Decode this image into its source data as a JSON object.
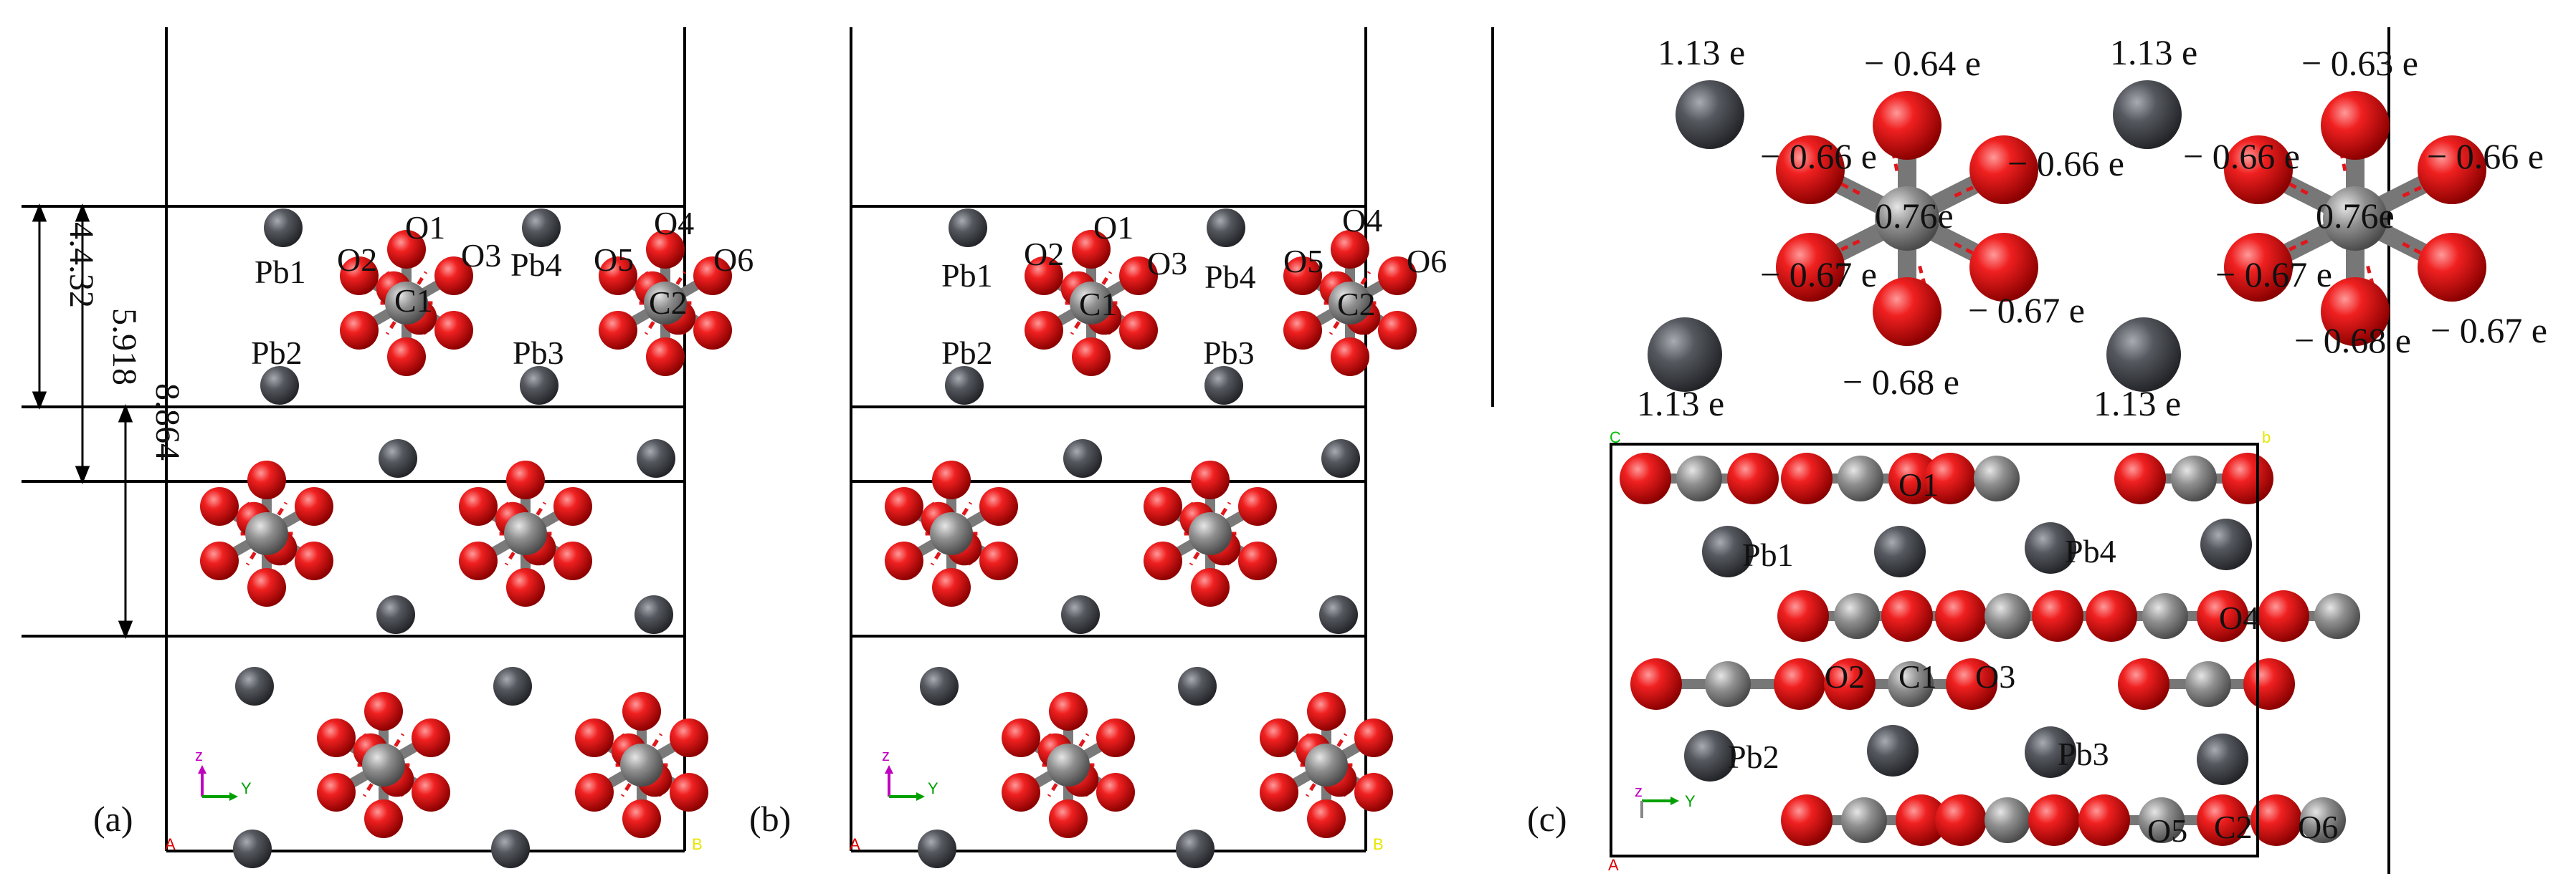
{
  "colors": {
    "pb": "#4a4d52",
    "o": "#e0161b",
    "c": "#8a8a8a",
    "line": "#000000",
    "bond": "#e0161b"
  },
  "panel_labels": {
    "a": "(a)",
    "b": "(b)",
    "c": "(c)"
  },
  "dimensions": {
    "d1": "4.4.32",
    "d2": "5.918",
    "d3": "8.864"
  },
  "atom_labels": {
    "pb1": "Pb1",
    "pb2": "Pb2",
    "pb3": "Pb3",
    "pb4": "Pb4",
    "c1": "C1",
    "c2": "C2",
    "o1": "O1",
    "o2": "O2",
    "o3": "O3",
    "o4": "O4",
    "o5": "O5",
    "o6": "O6"
  },
  "charges": {
    "pb_tl": "1.13 e",
    "pb_tr": "1.13 e",
    "pb_bl": "1.13 e",
    "pb_br": "1.13 e",
    "m1_top": "− 0.64 e",
    "m1_ul": "− 0.66 e",
    "m1_ur": "− 0.66 e",
    "m1_c": "0.76e",
    "m1_ll": "− 0.67 e",
    "m1_lr": "− 0.67 e",
    "m1_bot": "− 0.68 e",
    "m2_top": "− 0.63 e",
    "m2_ul": "− 0.66 e",
    "m2_ur": "− 0.66 e",
    "m2_c": "0.76e",
    "m2_ll": "− 0.67 e",
    "m2_bot": "− 0.68 e",
    "m2_lr": "− 0.67 e"
  },
  "axes": {
    "z": "z",
    "y": "Y",
    "a": "A",
    "b": "B",
    "c": "C",
    "pb": "b"
  }
}
